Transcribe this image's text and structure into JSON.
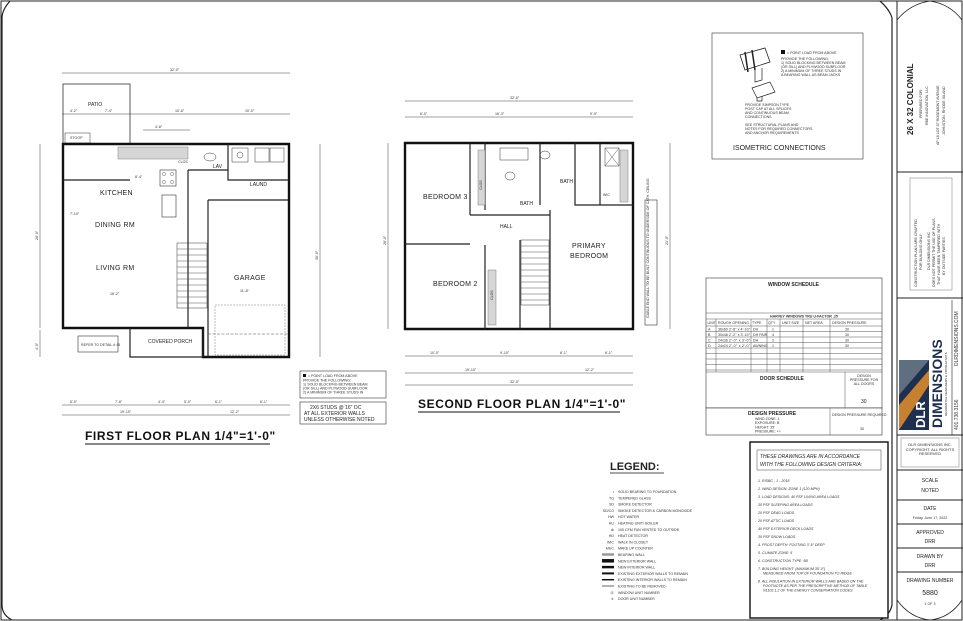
{
  "first_floor": {
    "title": "FIRST FLOOR PLAN   1/4\"=1'-0\"",
    "rooms": {
      "patio": "PATIO",
      "stoop": "STOOP",
      "kitchen": "KITCHEN",
      "dining": "DINING RM",
      "living": "LIVING RM",
      "garage": "GARAGE",
      "laund": "LAUND",
      "lav": "LAV",
      "clos": "CLOS",
      "covered_porch": "COVERED PORCH"
    },
    "dims": {
      "overall": "32'-0\"",
      "d1": "4'-2\"",
      "d2": "7'-4\"",
      "d3": "10'-6\"",
      "d4": "10'-0\"",
      "d5": "4'-8\"",
      "side": "26'-0\"",
      "side2": "30'-0\"",
      "bottom1": "19'-10\"",
      "bottom2": "12'-2\"",
      "b1": "5'-0\"",
      "b2": "7'-8\"",
      "b3": "4'-4\"",
      "b4": "5'-0\"",
      "b5": "6'-1\"",
      "b6": "6'-1\"",
      "w1": "7'-10\"",
      "w2": "8'-4\"",
      "w3": "16'-2\"",
      "w4": "11'-8\"",
      "w5": "6'-0\"",
      "porch": "4'-0\""
    },
    "refer_note": "REFER TO DETAIL # 45",
    "note_box": {
      "l1": "= POINT LOAD FROM ABOVE",
      "l2": "PROVIDE THE FOLLOWING:",
      "l3": "1) SOLID BLOCKING BETWEEN BEAM",
      "l4": "(OR SILL) AND PLYWOOD SUBFLOOR",
      "l5": "2) A MINIMUM OF THREE STUDS IN",
      "l6": "A BEARING WALL AS BEAM JACKS"
    },
    "stud_note": {
      "l1": "2X6 STUDS @ 16\" OC",
      "l2": "AT ALL EXTERIOR WALLS",
      "l3": "UNLESS OTHERWISE NOTED"
    }
  },
  "second_floor": {
    "title": "SECOND FLOOR PLAN   1/4\"=1'-0\"",
    "rooms": {
      "bed3": "BEDROOM 3",
      "bed2": "BEDROOM 2",
      "hall": "HALL",
      "bath1": "BATH",
      "bath2": "BATH",
      "primary1": "PRIMARY",
      "primary2": "BEDROOM",
      "clos1": "CLOS",
      "clos2": "CLOS",
      "wic": "WIC"
    },
    "dims": {
      "overall": "32'-0\"",
      "d1": "6'-0\"",
      "d2": "16'-3\"",
      "d3": "9'-9\"",
      "b1": "10'-0\"",
      "b2": "9'-10\"",
      "b3": "6'-1\"",
      "b4": "6'-1\"",
      "bottom1": "19'-10\"",
      "bottom2": "12'-2\"",
      "side": "26'-0\"",
      "side2": "21'-0\""
    },
    "gable_note": "GABLE END WALL TO BE BUILT CONTINUOUS TO UNDERSIDE OF CATH. CEILING"
  },
  "isometric": {
    "title": "ISOMETRIC CONNECTIONS",
    "l1": "= POINT LOAD FROM ABOVE",
    "l2": "PROVIDE THE FOLLOWING:",
    "l3": "1) SOLID BLOCKING BETWEEN BEAM",
    "l4": "(OR SILL) AND PLYWOOD SUBFLOOR",
    "l5": "2) A MINIMUM OF THREE STUDS IN",
    "l6": "A BEARING WALL AS BEAM JACKS",
    "p1": "PROVIDE SIMPSON TYPE",
    "p2": "POST CAP AT ALL SPLICES",
    "p3": "AND CONTINUOUS BEAM",
    "p4": "CONNECTIONS",
    "s1": "SEE STRUCTURAL PLANS AND",
    "s2": "NOTES FOR REQUIRED CONNECTORS",
    "s3": "AND ANCHOR REQUIREMENTS"
  },
  "window_schedule": {
    "title": "WINDOW SCHEDULE",
    "manuf": "HARVEY WINDOWS TRU U-FACTOR .25",
    "headers": [
      "UNIT",
      "ROUGH OPENING",
      "TYPE",
      "QTY",
      "UNIT SIZE",
      "NET AREA",
      "DESIGN PRESSURE"
    ],
    "rows": [
      [
        "A",
        "36x60",
        "2'-8\" x 4'-10\"",
        "DH",
        "1",
        "",
        "",
        "30"
      ],
      [
        "B",
        "30x48",
        "2'-2\" x 3'-10\"",
        "DH PAIR",
        "4",
        "",
        "",
        "30"
      ],
      [
        "C",
        "24x36",
        "2'-0\" x 3'-0\"",
        "DH",
        "2",
        "",
        "",
        "30"
      ],
      [
        "D",
        "24x24",
        "2'-0\" x 2'-0\"",
        "AWNING",
        "1",
        "",
        "",
        "30"
      ]
    ]
  },
  "door_schedule": {
    "title": "DOOR SCHEDULE",
    "side_note": "DESIGN PRESSURE FOR ALL DOORS",
    "value": "30"
  },
  "design_pressure": {
    "title": "DESIGN PRESSURE",
    "l1": "WIND ZONE: 1",
    "l2": "EXPOSURE: B",
    "l3": "HEIGHT: 35'",
    "l4": "PRESSURE: +/-",
    "req": "DESIGN PRESSURE REQUIRED",
    "val": "30"
  },
  "criteria": {
    "header1": "THESE DRAWINGS ARE IN ACCORDANCE",
    "header2": "WITH THE FOLLOWING DESIGN CRITERIA:",
    "items": [
      "1. RISBC - 1 - 2018",
      "2. WIND DESIGN:   ZONE 1 (120 MPH)",
      "3. LOAD DESIGNS:  40 PSF LIVING AREA LOADS",
      "30 PSF SLEEPING AREA LOADS",
      "20 PSF DEAD LOADS",
      "20 PSF ATTIC LOADS",
      "40 PSF EXTERIOR DECK LOADS",
      "30 PSF SNOW LOADS",
      "4. FROST DEPTH: FOOTING 3'-6\" DEEP",
      "5. CLIMATE ZONE: 5",
      "6. CONSTRUCTION TYPE: 5B",
      "7. BUILDING HEIGHT: (MAXIMUM 35'-0\")",
      "MEASURED FROM TOP OF FOUNDATION TO RIDGE",
      "8. ALL INSULATION IN EXTERIOR WALLS ARE BASED ON THE",
      "FOOTNOTE AS PER THE PRESCRIPTIVE METHOD OF TABLE",
      "N1102.1.2 OF THE ENERGY CONSERVATION CODES"
    ]
  },
  "legend": {
    "title": "LEGEND:",
    "items": [
      "SOLID BEARING TO FOUNDATION",
      "TEMPERED GLASS",
      "SMOKE DETECTOR",
      "SMOKE DETECTOR & CARBON MONOXIDE",
      "HOT WATER",
      "HEATING UNIT/ BOILER",
      "100 CFM FAN VENTED TO OUTSIDE",
      "HEAT DETECTOR",
      "WALK IN CLOSET",
      "MAKE UP COUNTER",
      "BEARING WALL",
      "NEW EXTERIOR WALL",
      "NEW INTERIOR WALL",
      "EXISTING EXTERIOR WALLS TO REMAIN",
      "EXISTING INTERIOR WALLS TO REMAIN",
      "EXISTING TO BE REMOVED",
      "WINDOW UNIT NUMBER",
      "DOOR UNIT NUMBER"
    ],
    "symbols": [
      "•",
      "TG",
      "SD",
      "SD/CO",
      "HW",
      "HU",
      "⊗",
      "HD",
      "WIC",
      "MUC",
      "",
      "",
      "",
      "",
      "",
      "",
      "Ⓐ",
      "①"
    ]
  },
  "title_block": {
    "project": "26 X 32 COLONIAL",
    "prepared": "PREPARED FOR:",
    "client": "RBE INNOVATION, LLC",
    "addr1": "AP 18 LOT 87 ROSEMONT AVENUE",
    "addr2": "JOHNSTON, RHODE ISLAND",
    "disclaimer1": "CONSTRUCTION PLANS ARE CRAFTED",
    "disclaimer2": "FOR BUILDING ONLY",
    "disclaimer3": "DLR DIMENSIONS INC",
    "disclaimer4": "DOES NOT PERMIT THE USE OF PLANS",
    "disclaimer5": "THAT HAVE BEEN TAMPERED WITH",
    "disclaimer6": "BY OUTSIDE PARTIES",
    "logo_mark": "DLR",
    "logo_name": "DIMENSIONS",
    "logo_sub": "RESIDENTIAL DESIGNERS & CONSULTANTS",
    "phone": "401.738.3156",
    "web": "DLRDIMENSIONS.COM",
    "copyright": "DLR DIMENSIONS INC. COPYRIGHT. ALL RIGHTS RESERVED",
    "scale_label": "SCALE",
    "scale": "NOTED",
    "date_label": "DATE",
    "date": "Friday, June 17, 2022",
    "approved_label": "APPROVED",
    "approved": "DRR",
    "drawn_label": "DRAWN BY",
    "drawn": "DRR",
    "number_label": "DRAWING NUMBER",
    "number": "5880",
    "sheet": "1 OF 3"
  },
  "colors": {
    "logo_navy": "#1f2f4f",
    "logo_orange": "#d98a2b",
    "logo_slate": "#5f6f80",
    "line": "#111111"
  }
}
